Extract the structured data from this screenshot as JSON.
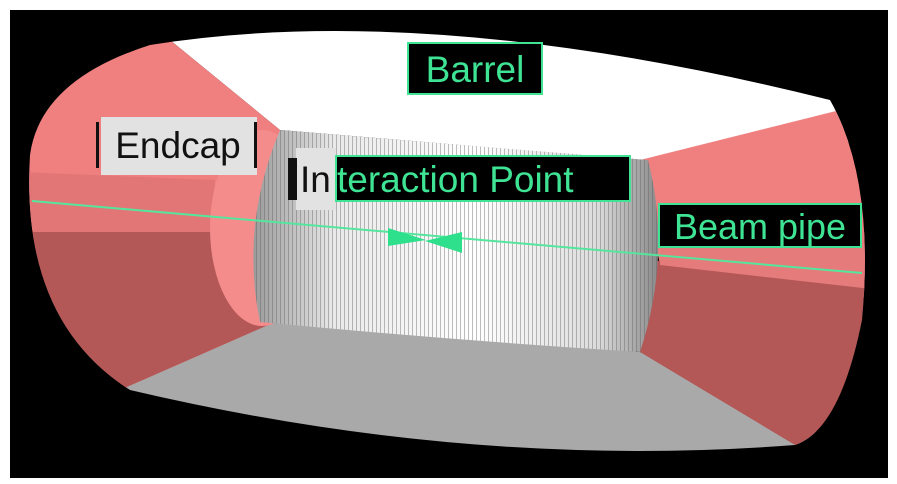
{
  "labels": {
    "barrel": "Barrel",
    "endcap": "Endcap",
    "interaction_prefix": "In",
    "interaction_rest": "teraction Point",
    "beam_pipe": "Beam pipe"
  },
  "colors": {
    "background": "#000000",
    "barrel": "#ffffff",
    "barrel_bottom": "#a9a9a9",
    "endcap_light": "#f08080",
    "endcap_dark": "#b35757",
    "beam": "#55e69e",
    "label_bg": "#000000",
    "label_text": "#3ee394",
    "label_border": "#3ee394",
    "endcap_label_bg": "#e2e2e2",
    "endcap_label_text": "#111111"
  }
}
